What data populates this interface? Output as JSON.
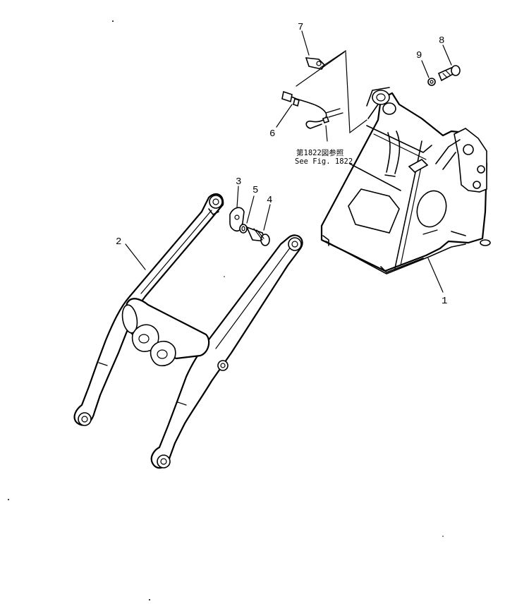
{
  "diagram": {
    "note": {
      "line1": "第1822図参照",
      "line2": "See Fig. 1822"
    },
    "callouts": [
      {
        "id": "1",
        "label": "1"
      },
      {
        "id": "2",
        "label": "2"
      },
      {
        "id": "3",
        "label": "3"
      },
      {
        "id": "4",
        "label": "4"
      },
      {
        "id": "5",
        "label": "5"
      },
      {
        "id": "6",
        "label": "6"
      },
      {
        "id": "7",
        "label": "7"
      },
      {
        "id": "8",
        "label": "8"
      },
      {
        "id": "9",
        "label": "9"
      }
    ]
  }
}
